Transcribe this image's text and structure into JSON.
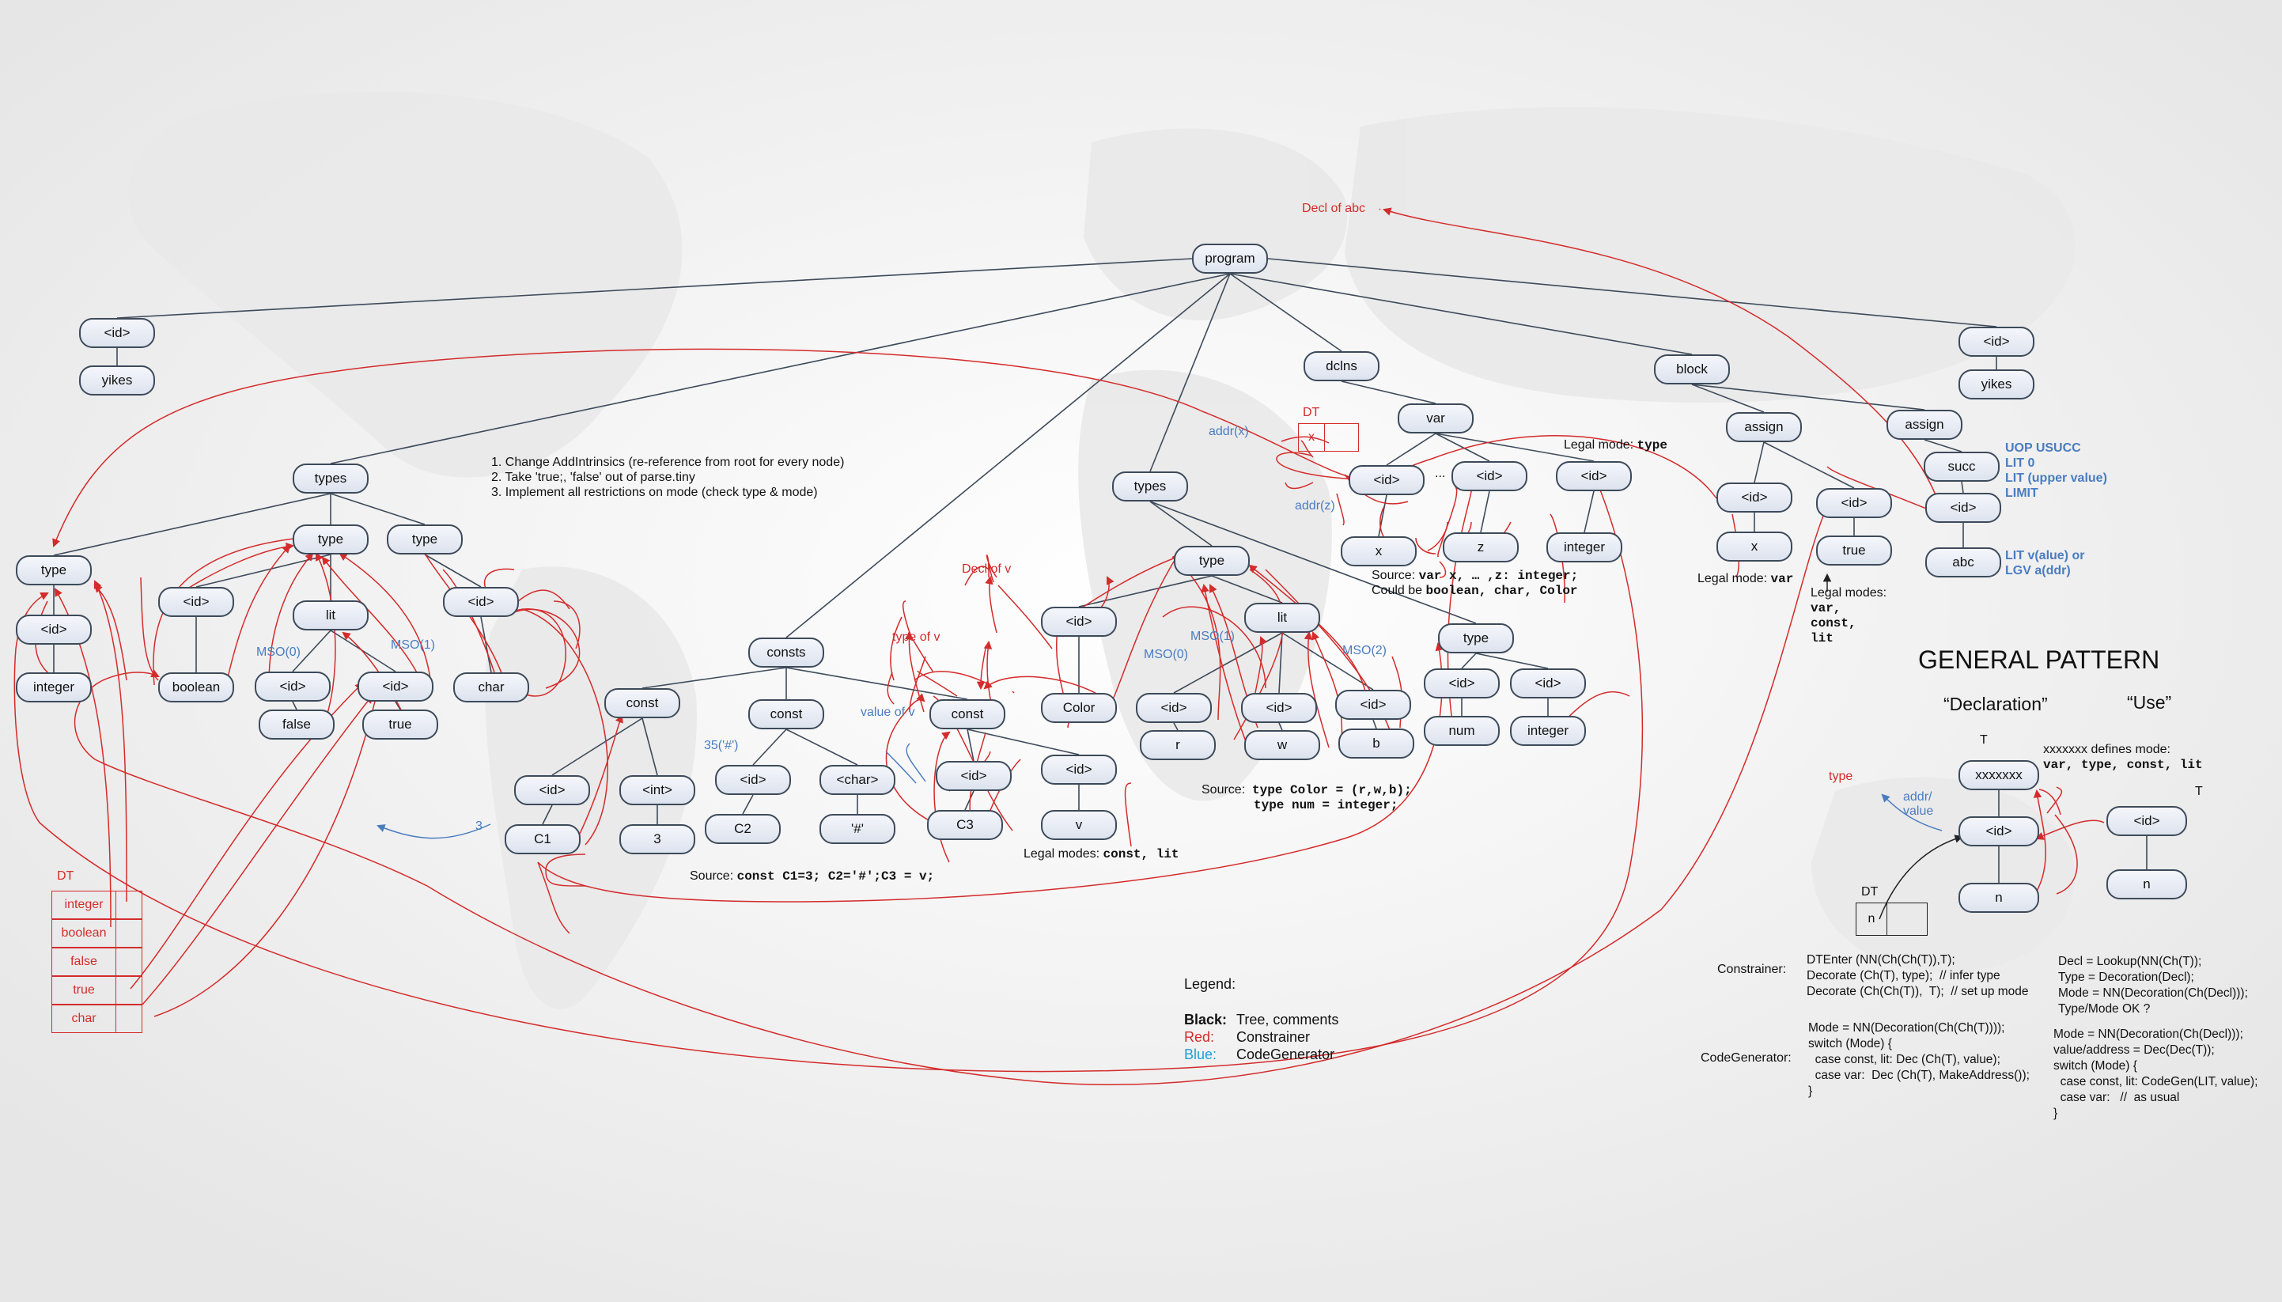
{
  "nodes": {
    "program": "program",
    "id_main": "<id>",
    "yikes_main": "yikes",
    "types_l": "types",
    "type_a": "type",
    "id_a": "<id>",
    "integer_a": "integer",
    "id_bool": "<id>",
    "boolean": "boolean",
    "type_b": "type",
    "lit_b": "lit",
    "id_false": "<id>",
    "false": "false",
    "id_true": "<id>",
    "true": "true",
    "type_c": "type",
    "id_char": "<id>",
    "char": "char",
    "consts": "consts",
    "const1": "const",
    "id_c1": "<id>",
    "C1": "C1",
    "int1": "<int>",
    "three": "3",
    "const2": "const",
    "id_c2": "<id>",
    "C2": "C2",
    "char2": "<char>",
    "hash": "'#'",
    "const3": "const",
    "id_c3": "<id>",
    "C3": "C3",
    "id_v": "<id>",
    "v": "v",
    "types_m": "types",
    "type_m": "type",
    "id_color": "<id>",
    "Color": "Color",
    "lit_m": "lit",
    "id_r": "<id>",
    "r": "r",
    "id_w": "<id>",
    "w": "w",
    "id_b": "<id>",
    "b": "b",
    "type_r": "type",
    "id_num": "<id>",
    "num": "num",
    "id_int2": "<id>",
    "integer_r": "integer",
    "dclns": "dclns",
    "var": "var",
    "id_x": "<id>",
    "x": "x",
    "id_z": "<id>",
    "z": "z",
    "id_int3": "<id>",
    "integer_v": "integer",
    "block": "block",
    "assign1": "assign",
    "id_x2": "<id>",
    "x2": "x",
    "id_true2": "<id>",
    "true2": "true",
    "assign2": "assign",
    "succ": "succ",
    "id_abc": "<id>",
    "abc": "abc",
    "id_yk2": "<id>",
    "yikes2": "yikes",
    "gp_xxx": "xxxxxxx",
    "gp_id": "<id>",
    "gp_n": "n",
    "gp_id2": "<id>",
    "gp_n2": "n"
  },
  "labels": {
    "decl_abc": "Decl of abc",
    "todo1": "1. Change AddIntrinsics (re-reference from root for every node)",
    "todo2": "2. Take 'true;, 'false' out of parse.tiny",
    "todo3": "3. Implement all restrictions on mode (check type & mode)",
    "mso0_a": "MSO(0)",
    "mso1_a": "MSO(1)",
    "mso0_b": "MSO(0)",
    "mso1_b": "MSO(1)",
    "mso2_b": "MSO(2)",
    "decl_v": "Decl of v",
    "type_of_v": "type of v",
    "value_of_v": "value of v",
    "three_lbl": "3",
    "hash_lbl": "35('#')",
    "addr_x": "addr(x)",
    "addr_z": "addr(z)",
    "dt_var": "DT",
    "dt_var_x": "x",
    "dots": "...",
    "src_const_pre": "Source:",
    "src_const": "const C1=3; C2='#';C3 = v;",
    "legal_const_pre": "Legal modes:",
    "legal_const": "const, lit",
    "src_type_pre": "Source:",
    "src_type1": "type Color = (r,w,b);",
    "src_type2": "type num = integer;",
    "src_var_pre": "Source:",
    "src_var": "var x, … ,z: integer;",
    "could_pre": "Could be",
    "could": "boolean, char, Color",
    "legal_type_pre": "Legal mode:",
    "legal_type": "type",
    "legal_var_pre": "Legal mode:",
    "legal_var": "var",
    "legal_modes_title": "Legal modes:",
    "lm1": "var,",
    "lm2": "const,",
    "lm3": "lit",
    "uop": "UOP USUCC",
    "lit0": "LIT 0",
    "litup": "LIT (upper value)",
    "limit": "LIMIT",
    "litv": "LIT v(alue) or",
    "lgv": "LGV a(ddr)",
    "gp_title": "GENERAL PATTERN",
    "gp_decl": "“Declaration”",
    "gp_use": "“Use”",
    "gp_def_mode": "xxxxxxx defines mode:",
    "gp_modes": "var, type, const, lit",
    "gp_T1": "T",
    "gp_T2": "T",
    "gp_type": "type",
    "gp_addr1": "addr/",
    "gp_addr2": "value",
    "gp_dt": "DT",
    "gp_dt_n": "n",
    "constrainer_lbl": "Constrainer:",
    "codegen_lbl": "CodeGenerator:",
    "c_left": "DTEnter (NN(Ch(Ch(T)),T);\nDecorate (Ch(T), type);  // infer type\nDecorate (Ch(Ch(T)),  T);  // set up mode",
    "c_right": "Decl = Lookup(NN(Ch(T));\nType = Decoration(Decl);\nMode = NN(Decoration(Ch(Decl)));\nType/Mode OK ?",
    "cg_left": "Mode = NN(Decoration(Ch(Ch(T))));\nswitch (Mode) {\n  case const, lit: Dec (Ch(T), value);\n  case var:  Dec (Ch(T), MakeAddress());\n}",
    "cg_right": "Mode = NN(Decoration(Ch(Decl)));\nvalue/address = Dec(Dec(T));\nswitch (Mode) {\n  case const, lit: CodeGen(LIT, value);\n  case var:   //  as usual\n}",
    "legend_title": "Legend:",
    "lg_black": "Black:",
    "lg_black_v": "Tree, comments",
    "lg_red": "Red:",
    "lg_red_v": "Constrainer",
    "lg_blue": "Blue:",
    "lg_blue_v": "CodeGenerator"
  },
  "dt_table": {
    "title": "DT",
    "rows": [
      "integer",
      "boolean",
      "false",
      "true",
      "char"
    ]
  },
  "colors": {
    "tree": "#3d4a5a",
    "constrainer": "#d42b2b",
    "codegen": "#4a7cc0"
  }
}
